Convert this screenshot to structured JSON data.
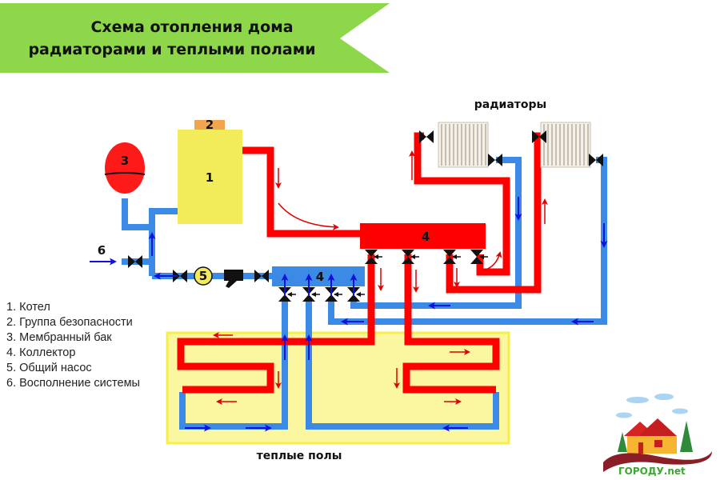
{
  "title": {
    "line1": "Схема отопления дома",
    "line2": "радиаторами и теплыми полами"
  },
  "labels": {
    "radiators": "радиаторы",
    "floor_heating": "теплые полы",
    "boiler_num": "1",
    "safety_group_num": "2",
    "membrane_tank_num": "3",
    "hot_collector_num": "4",
    "cold_collector_num": "4",
    "pump_num": "5",
    "refill_num": "6"
  },
  "legend": [
    "1. Котел",
    "2. Группа безопасности",
    "3. Мембранный бак",
    "4. Коллектор",
    "5. Общий насос",
    "6. Восполнение системы"
  ],
  "logo": {
    "text": "ГОРОДУ.net"
  },
  "colors": {
    "hot": "#ff0000",
    "cold": "#3b8ae6",
    "arrow_cold": "#1010e0",
    "banner": "#8ed64a",
    "boiler": "#f2ec5a",
    "floor_area": "#fbf7a0"
  }
}
